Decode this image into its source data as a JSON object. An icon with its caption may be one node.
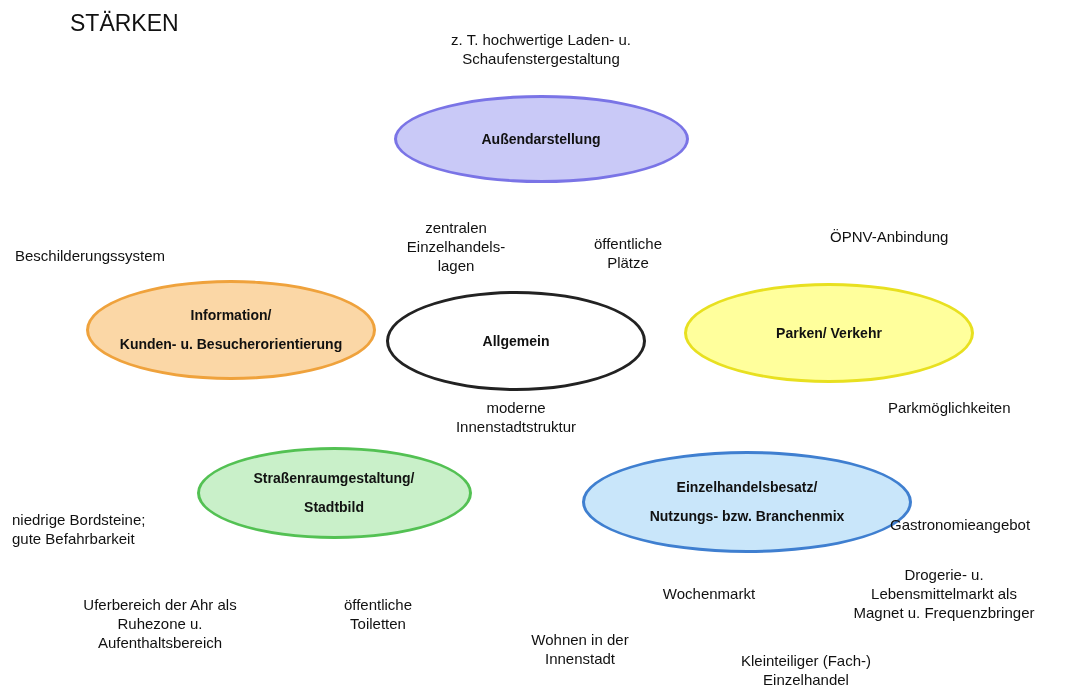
{
  "diagram": {
    "title": "STÄRKEN",
    "nodes": [
      {
        "text": [
          "Außendarstellung"
        ],
        "beside": [
          "z. T. hochwertige Laden- u. Schaufenstergestaltung"
        ]
      },
      {
        "text": [
          "Information/",
          "Kunden- u. Besucherorientierung"
        ],
        "beside": [
          "Beschilderungssystem"
        ]
      },
      {
        "text": [
          "Allgemein"
        ],
        "beside": [
          "zentralen Einzelhandels- lagen",
          "öffentliche Plätze",
          "moderne Innenstadtstruktur"
        ]
      },
      {
        "text": [
          "Parken/ Verkehr"
        ],
        "beside": [
          "ÖPNV-Anbindung",
          "Parkmöglichkeiten"
        ]
      },
      {
        "text": [
          "Straßenraumgestaltung/",
          "Stadtbild"
        ],
        "beside": [
          "niedrige Bordsteine; gute Befahrbarkeit",
          "Uferbereich der Ahr als Ruhezone u. Aufenthaltsbereich",
          "öffentliche Toiletten"
        ]
      },
      {
        "text": [
          "Einzelhandelsbesatz/",
          "Nutzungs- bzw. Branchenmix"
        ],
        "beside": [
          "Gastronomieangebot",
          "Wochenmarkt",
          "Drogerie- u. Lebensmittelmarkt als Magnet u. Frequenzbringer",
          "Wohnen in der Innenstadt",
          "Kleinteiliger (Fach-) Einzelhandel"
        ]
      }
    ],
    "edges": []
  }
}
